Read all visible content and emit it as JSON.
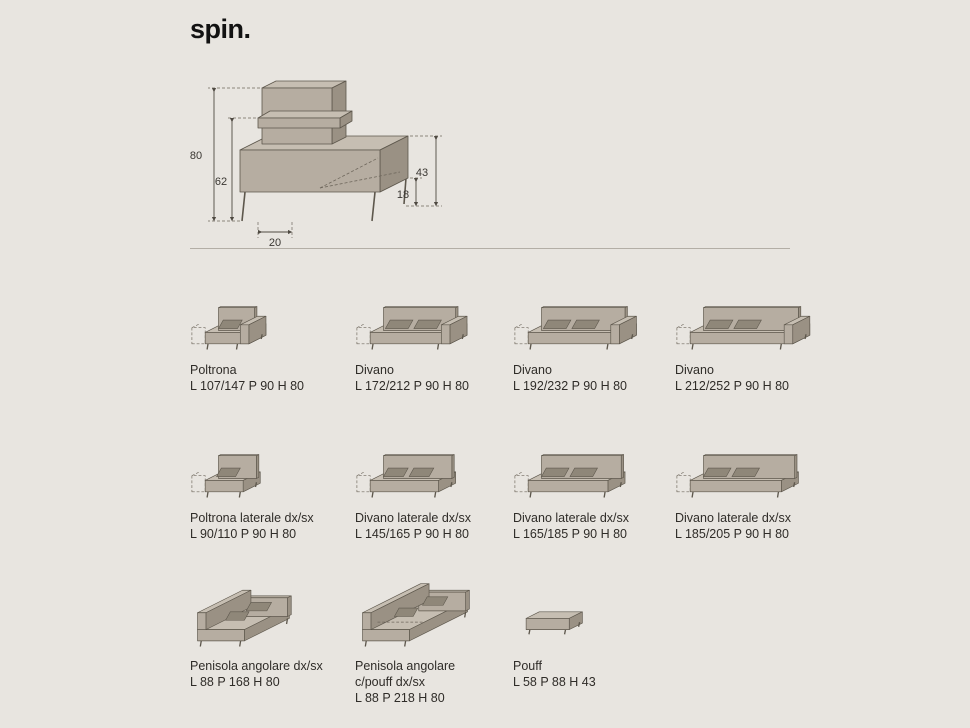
{
  "page": {
    "title": "spin.",
    "background": "#e8e5e0"
  },
  "diagram": {
    "height_total": "80",
    "height_armrest": "62",
    "height_seat": "43",
    "height_leg": "18",
    "leg_inset": "20"
  },
  "colors": {
    "body": "#b6ada1",
    "top": "#c6beb2",
    "side": "#9a9184",
    "outline": "#5d574c",
    "cushion": "#8f8779",
    "dash": "#6e675c"
  },
  "products": [
    {
      "name": "Poltrona",
      "dims": "L 107/147 P 90 H 80",
      "shape": "sofa",
      "size": 1
    },
    {
      "name": "Divano",
      "dims": "L 172/212 P 90 H 80",
      "shape": "sofa",
      "size": 2
    },
    {
      "name": "Divano",
      "dims": "L 192/232 P 90 H 80",
      "shape": "sofa",
      "size": 3
    },
    {
      "name": "Divano",
      "dims": "L 212/252 P 90 H 80",
      "shape": "sofa",
      "size": 4
    },
    {
      "name": "Poltrona laterale dx/sx",
      "dims": "L 90/110 P 90 H 80",
      "shape": "armless",
      "size": 1
    },
    {
      "name": "Divano laterale dx/sx",
      "dims": "L 145/165 P 90 H 80",
      "shape": "armless",
      "size": 2
    },
    {
      "name": "Divano laterale dx/sx",
      "dims": "L 165/185 P 90 H 80",
      "shape": "armless",
      "size": 3
    },
    {
      "name": "Divano laterale dx/sx",
      "dims": "L 185/205 P 90 H 80",
      "shape": "armless",
      "size": 4
    },
    {
      "name": "Penisola angolare dx/sx",
      "dims": "L 88 P 168 H 80",
      "shape": "chaise",
      "size": 1
    },
    {
      "name": "Penisola angolare",
      "name2": "c/pouff dx/sx",
      "dims": "L 88 P 218 H 80",
      "shape": "chaise",
      "size": 2
    },
    {
      "name": "Pouff",
      "dims": "L 58 P 88 H 43",
      "shape": "pouf",
      "size": 1
    }
  ]
}
